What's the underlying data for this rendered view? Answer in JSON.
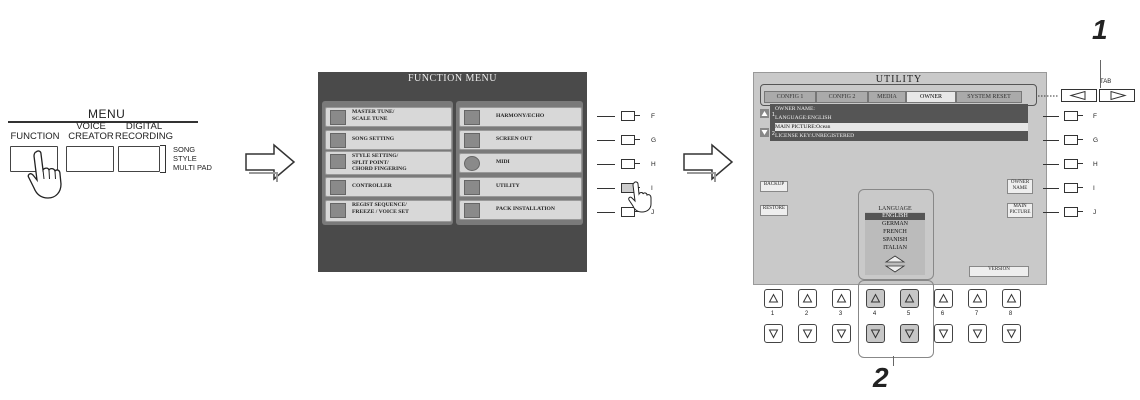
{
  "menu": {
    "title": "MENU",
    "buttons": [
      {
        "label": "FUNCTION"
      },
      {
        "label": "VOICE\nCREATOR"
      },
      {
        "label": "DIGITAL\nRECORDING"
      }
    ],
    "recording_options": [
      "SONG",
      "STYLE",
      "MULTI PAD"
    ]
  },
  "function_menu": {
    "title": "FUNCTION MENU",
    "left_items": [
      "MASTER TUNE/\nSCALE TUNE",
      "SONG SETTING",
      "STYLE SETTING/\nSPLIT POINT/\nCHORD FINGERING",
      "CONTROLLER",
      "REGIST SEQUENCE/\nFREEZE / VOICE SET"
    ],
    "right_items": [
      "HARMONY/ECHO",
      "SCREEN OUT",
      "MIDI",
      "UTILITY",
      "PACK INSTALLATION"
    ],
    "side_buttons": [
      "F",
      "G",
      "H",
      "I",
      "J"
    ]
  },
  "utility": {
    "title": "UTILITY",
    "tabs": [
      "CONFIG 1",
      "CONFIG 2",
      "MEDIA",
      "OWNER",
      "SYSTEM RESET"
    ],
    "selected_tab": "OWNER",
    "tab_label": "TAB",
    "info_rows": [
      "OWNER NAME:",
      "LANGUAGE:ENGLISH",
      "MAIN PICTURE:Ocean",
      "LICENSE KEY:UNREGISTERED"
    ],
    "row_numbers": [
      "1",
      "2"
    ],
    "left_buttons": [
      "BACKUP",
      "RESTORE"
    ],
    "right_buttons": [
      "OWNER\nNAME",
      "MAIN\nPICTURE"
    ],
    "language_label": "LANGUAGE",
    "languages": [
      "ENGLISH",
      "GERMAN",
      "FRENCH",
      "SPANISH",
      "ITALIAN"
    ],
    "selected_language": "ENGLISH",
    "version_label": "VERSION",
    "side_buttons": [
      "F",
      "G",
      "H",
      "I",
      "J"
    ],
    "bottom_numbers": [
      "1",
      "2",
      "3",
      "4",
      "5",
      "6",
      "7",
      "8"
    ]
  },
  "steps": [
    "1",
    "2"
  ]
}
